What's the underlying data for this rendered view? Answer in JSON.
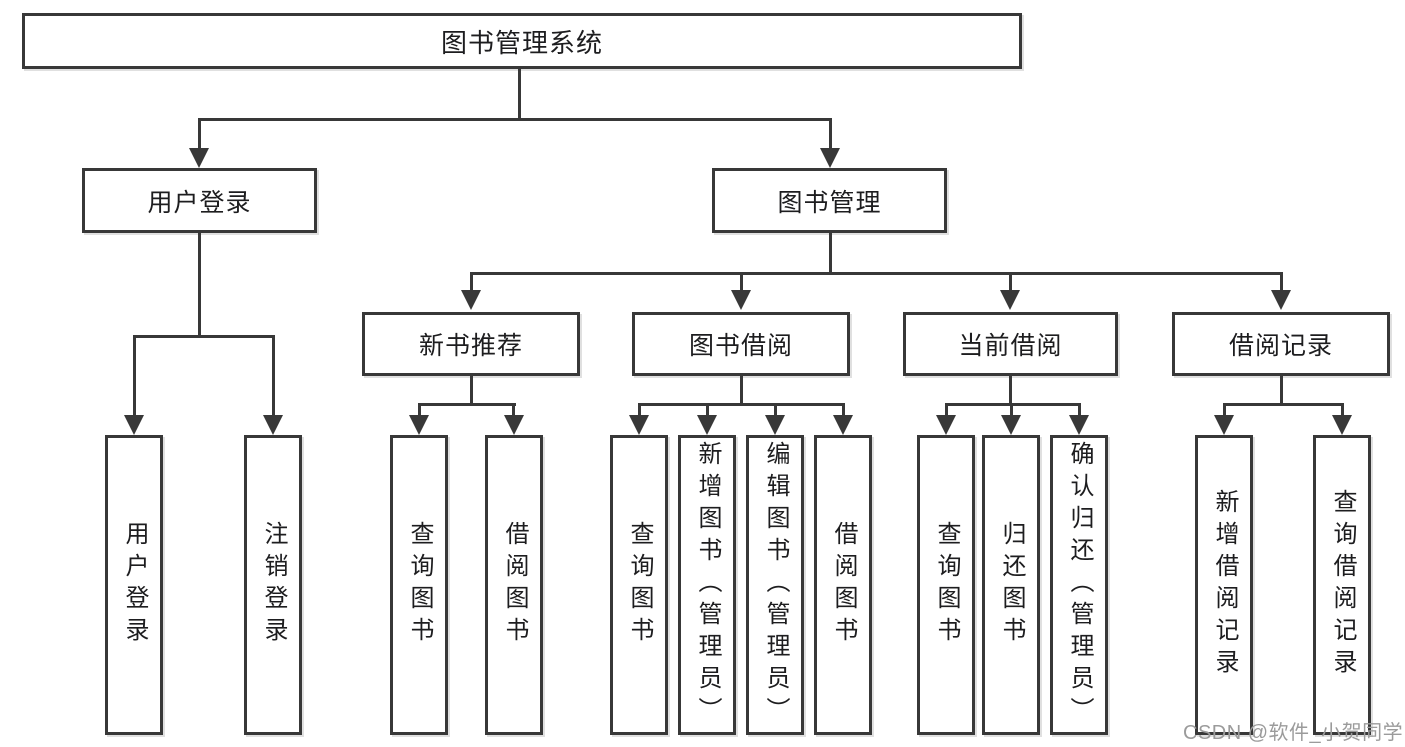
{
  "diagram": {
    "root": "图书管理系统",
    "user": {
      "label": "用户登录",
      "children": [
        "用户登录",
        "注销登录"
      ]
    },
    "book": {
      "label": "图书管理",
      "groups": [
        {
          "label": "新书推荐",
          "children": [
            "查询图书",
            "借阅图书"
          ]
        },
        {
          "label": "图书借阅",
          "children": [
            "查询图书",
            "新增图书（管理员）",
            "编辑图书（管理员）",
            "借阅图书"
          ]
        },
        {
          "label": "当前借阅",
          "children": [
            "查询图书",
            "归还图书",
            "确认归还（管理员）"
          ]
        },
        {
          "label": "借阅记录",
          "children": [
            "新增借阅记录",
            "查询借阅记录"
          ]
        }
      ]
    }
  },
  "watermark": "CSDN @软件_小贺同学",
  "colors": {
    "line": "#383838",
    "text": "#1d1d1f",
    "watermark": "#9b9b9b",
    "background": "#ffffff"
  }
}
